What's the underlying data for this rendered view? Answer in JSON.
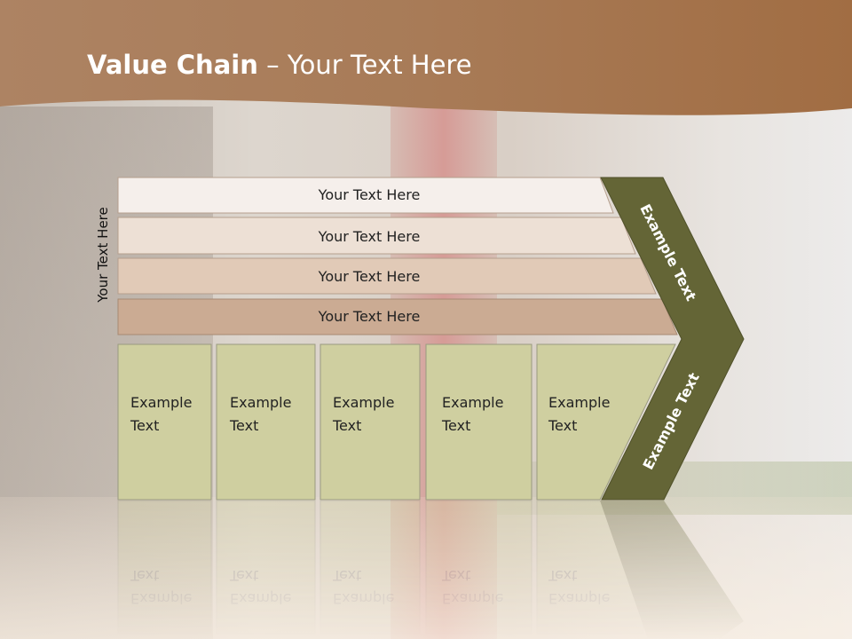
{
  "title": {
    "bold": "Value Chain",
    "rest": " – Your Text Here"
  },
  "y_label": "Your Text Here",
  "bands": [
    {
      "label": "Your Text Here",
      "color": "#f5efeb"
    },
    {
      "label": "Your Text Here",
      "color": "#ede0d5"
    },
    {
      "label": "Your Text Here",
      "color": "#e1cab7"
    },
    {
      "label": "Your Text Here",
      "color": "#cbab93"
    }
  ],
  "columns": [
    {
      "line1": "Example",
      "line2": "Text"
    },
    {
      "line1": "Example",
      "line2": "Text"
    },
    {
      "line1": "Example",
      "line2": "Text"
    },
    {
      "line1": "Example",
      "line2": "Text"
    },
    {
      "line1": "Example",
      "line2": "Text"
    }
  ],
  "chevron": {
    "upper_label": "Example Text",
    "lower_label": "Example Text",
    "color": "#646536"
  },
  "colors": {
    "header": "#a97a55",
    "column_fill": "#cfcfa0",
    "column_border": "#9a9a80"
  }
}
